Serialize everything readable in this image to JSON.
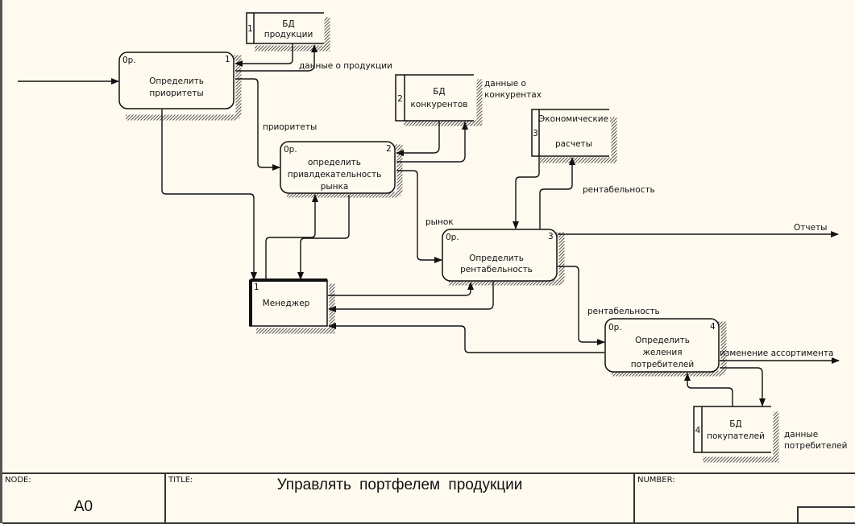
{
  "diagram": {
    "title_block": {
      "node_label": "NODE:",
      "node_value": "A0",
      "title_label": "TITLE:",
      "title_value": "Управлять портфелем продукции",
      "number_label": "NUMBER:"
    },
    "activities": [
      {
        "id": "act1",
        "number": "1",
        "cost": "0р.",
        "lines": [
          "Определить",
          "приоритеты"
        ]
      },
      {
        "id": "act2",
        "number": "2",
        "cost": "0р.",
        "lines": [
          "определить",
          "привлдекательность",
          "рынка"
        ]
      },
      {
        "id": "act3",
        "number": "3",
        "cost": "0р.",
        "lines": [
          "Определить",
          "рентабельность"
        ]
      },
      {
        "id": "act4",
        "number": "4",
        "cost": "0р.",
        "lines": [
          "Определить",
          "желения",
          "потребителей"
        ]
      }
    ],
    "data_stores": [
      {
        "id": "ds1",
        "number": "1",
        "lines": [
          "БД",
          "продукции"
        ]
      },
      {
        "id": "ds2",
        "number": "2",
        "lines": [
          "БД",
          "конкурентов"
        ]
      },
      {
        "id": "ds3",
        "number": "3",
        "lines": [
          "Экономические",
          "расчеты"
        ]
      },
      {
        "id": "ds4",
        "number": "4",
        "lines": [
          "БД",
          "покупателей"
        ]
      }
    ],
    "external_entities": [
      {
        "id": "ext1",
        "number": "1",
        "label": "Менеджер"
      }
    ],
    "arrow_labels": [
      {
        "id": "lbl-data-products",
        "text": "данные о продукции"
      },
      {
        "id": "lbl-data-competitors-1",
        "text": "данные о"
      },
      {
        "id": "lbl-data-competitors-2",
        "text": "конкурентах"
      },
      {
        "id": "lbl-priorities",
        "text": "приоритеты"
      },
      {
        "id": "lbl-profitability-top",
        "text": "рентабельность"
      },
      {
        "id": "lbl-market",
        "text": "рынок"
      },
      {
        "id": "lbl-reports",
        "text": "Отчеты"
      },
      {
        "id": "lbl-profitability-mid",
        "text": "рентабельность"
      },
      {
        "id": "lbl-assortment",
        "text": "изменение ассортимента"
      },
      {
        "id": "lbl-consumer-data-1",
        "text": "данные"
      },
      {
        "id": "lbl-consumer-data-2",
        "text": "потребителей"
      }
    ]
  }
}
